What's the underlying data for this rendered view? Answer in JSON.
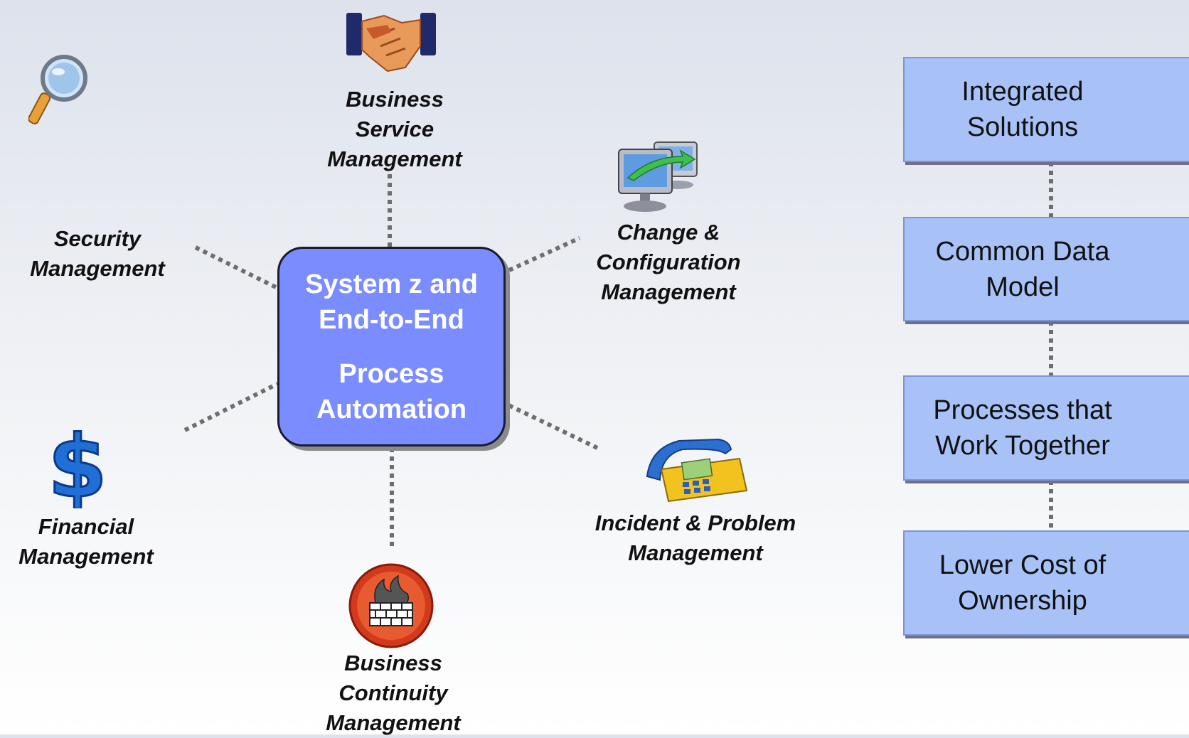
{
  "hub": {
    "line1": "System z and",
    "line2": "End-to-End",
    "line3": "Process",
    "line4": "Automation"
  },
  "disciplines": {
    "business_service": "Business\nService\nManagement",
    "change_config": "Change &\nConfiguration\nManagement",
    "security": "Security\nManagement",
    "financial": "Financial\nManagement",
    "incident_problem": "Incident & Problem\nManagement",
    "business_continuity": "Business\nContinuity\nManagement"
  },
  "benefits": [
    {
      "label": "Integrated Solutions"
    },
    {
      "label": "Common Data Model"
    },
    {
      "label": "Processes that Work Together"
    },
    {
      "label": "Lower Cost of Ownership"
    }
  ],
  "icons": {
    "business_service": "handshake-icon",
    "change_config": "computer-sync-icon",
    "security": "magnifier-icon",
    "financial": "dollar-icon",
    "incident_problem": "telephone-icon",
    "business_continuity": "firewall-icon"
  },
  "colors": {
    "hub_fill": "#7b8cff",
    "box_fill": "#a8c2f8",
    "connector": "#6e6e6e"
  }
}
